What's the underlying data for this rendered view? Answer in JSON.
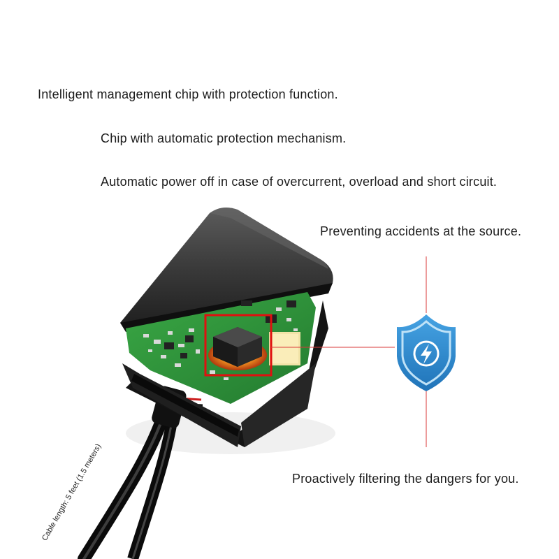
{
  "features": {
    "line1": "Intelligent management chip with protection function.",
    "line2": "Chip with automatic protection mechanism.",
    "line3": "Automatic power off in case of overcurrent, overload and short circuit.",
    "line4": "Preventing accidents at the source.",
    "line5": "Proactively filtering the dangers for you."
  },
  "cable_caption": "Cable length: 5 feet (1.5 meters)",
  "icons": {
    "shield": "shield-lightning-icon"
  },
  "colors": {
    "pointer_line": "#d93a3a",
    "highlight_box": "#e01010",
    "shield_blue": "#2d8bd0",
    "shield_light": "#cfe8f8",
    "circuit_green": "#2f9a3c",
    "housing": "#1a1a1a"
  }
}
